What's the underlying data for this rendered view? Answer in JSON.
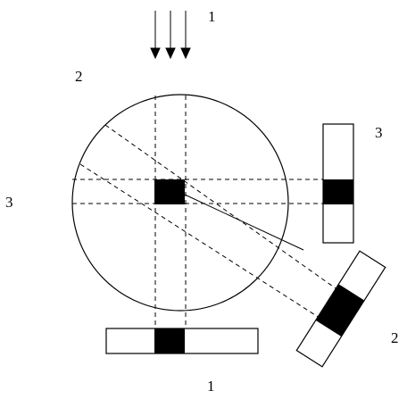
{
  "labels": {
    "source_1": "1",
    "source_2": "2",
    "source_3": "3",
    "detector_1": "1",
    "detector_2": "2",
    "detector_3": "3"
  },
  "colors": {
    "stroke": "#000000",
    "fill": "#ffffff",
    "object": "#000000"
  }
}
